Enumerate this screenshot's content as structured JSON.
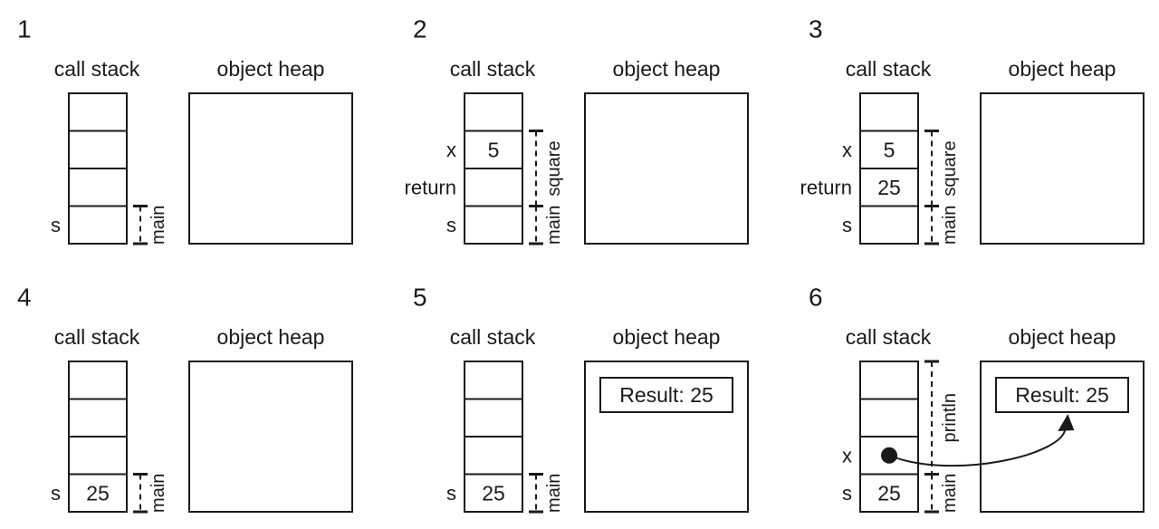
{
  "panels": [
    {
      "number": "1",
      "stack_title": "call stack",
      "heap_title": "object heap",
      "cells": [
        "",
        "",
        "",
        ""
      ],
      "labels": [
        "",
        "",
        "",
        "s"
      ],
      "frames": [
        {
          "label": "main",
          "from": 3,
          "to": 3
        }
      ],
      "heap_objects": []
    },
    {
      "number": "2",
      "stack_title": "call stack",
      "heap_title": "object heap",
      "cells": [
        "",
        "5",
        "",
        ""
      ],
      "labels": [
        "",
        "x",
        "return",
        "s"
      ],
      "frames": [
        {
          "label": "main",
          "from": 3,
          "to": 3
        },
        {
          "label": "square",
          "from": 1,
          "to": 2
        }
      ],
      "heap_objects": []
    },
    {
      "number": "3",
      "stack_title": "call stack",
      "heap_title": "object heap",
      "cells": [
        "",
        "5",
        "25",
        ""
      ],
      "labels": [
        "",
        "x",
        "return",
        "s"
      ],
      "frames": [
        {
          "label": "main",
          "from": 3,
          "to": 3
        },
        {
          "label": "square",
          "from": 1,
          "to": 2
        }
      ],
      "heap_objects": []
    },
    {
      "number": "4",
      "stack_title": "call stack",
      "heap_title": "object heap",
      "cells": [
        "",
        "",
        "",
        "25"
      ],
      "labels": [
        "",
        "",
        "",
        "s"
      ],
      "frames": [
        {
          "label": "main",
          "from": 3,
          "to": 3
        }
      ],
      "heap_objects": []
    },
    {
      "number": "5",
      "stack_title": "call stack",
      "heap_title": "object heap",
      "cells": [
        "",
        "",
        "",
        "25"
      ],
      "labels": [
        "",
        "",
        "",
        "s"
      ],
      "frames": [
        {
          "label": "main",
          "from": 3,
          "to": 3
        }
      ],
      "heap_objects": [
        "Result: 25"
      ]
    },
    {
      "number": "6",
      "stack_title": "call stack",
      "heap_title": "object heap",
      "cells": [
        "",
        "",
        "",
        "25"
      ],
      "labels": [
        "",
        "",
        "x",
        "s"
      ],
      "frames": [
        {
          "label": "main",
          "from": 3,
          "to": 3
        },
        {
          "label": "println",
          "from": 0,
          "to": 2
        }
      ],
      "heap_objects": [
        "Result: 25"
      ],
      "pointers": [
        {
          "from_cell": 2,
          "to_object": 0
        }
      ]
    }
  ]
}
